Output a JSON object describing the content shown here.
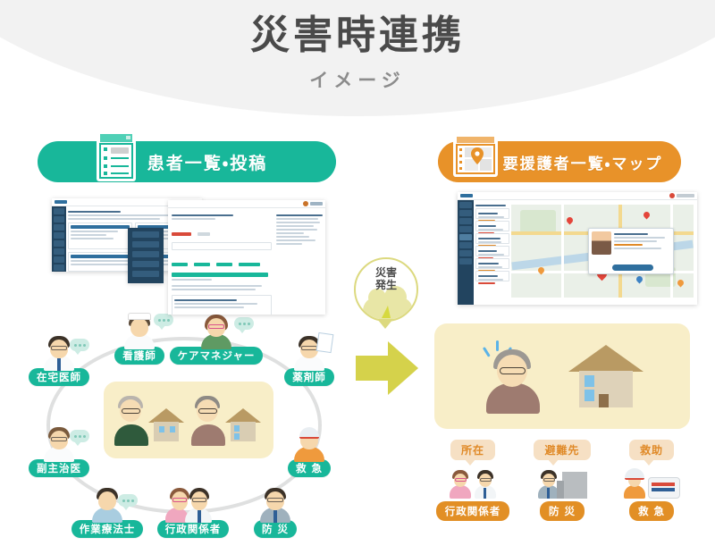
{
  "header": {
    "title": "災害時連携",
    "subtitle": "イメージ",
    "background_color": "#f2f2f2",
    "title_color": "#4a4a4a"
  },
  "sections": {
    "left": {
      "banner_label": "患者一覧・投稿",
      "banner_color": "#18b79a",
      "icon": "document-list-icon"
    },
    "right": {
      "banner_label": "要援護者一覧・マップ",
      "banner_color": "#e89229",
      "icon": "map-pin-window-icon"
    }
  },
  "disaster_badge": {
    "label_line1": "災害",
    "label_line2": "発生",
    "icon": "storm-cloud-lightning-icon",
    "ring_color": "#dcd97f",
    "cloud_color": "#e8e6a6",
    "bolt_color": "#d6d93f"
  },
  "arrow": {
    "name": "transition-arrow",
    "color": "#d5d24b",
    "direction": "right"
  },
  "care_circle": {
    "center_patients": [
      {
        "label": "patient-elder-man",
        "icon": "elderly-man-with-house"
      },
      {
        "label": "patient-elder-woman",
        "icon": "elderly-woman-with-house"
      }
    ],
    "roles": [
      {
        "id": "nurse",
        "label": "看護師",
        "icon": "nurse-avatar",
        "bubble": true
      },
      {
        "id": "care-manager",
        "label": "ケアマネジャー",
        "icon": "care-manager-avatar",
        "bubble": true
      },
      {
        "id": "pharmacist",
        "label": "薬剤師",
        "icon": "pharmacist-avatar",
        "bubble": false
      },
      {
        "id": "emergency",
        "label": "救 急",
        "icon": "emergency-worker-avatar",
        "bubble": false
      },
      {
        "id": "disaster-prevention",
        "label": "防 災",
        "icon": "disaster-officer-avatar",
        "bubble": false
      },
      {
        "id": "government",
        "label": "行政関係者",
        "icon": "government-officials-avatar",
        "bubble": false
      },
      {
        "id": "occupational-therapist",
        "label": "作業療法士",
        "icon": "therapist-avatar",
        "bubble": true
      },
      {
        "id": "deputy-doctor",
        "label": "副主治医",
        "icon": "deputy-doctor-avatar",
        "bubble": true
      },
      {
        "id": "home-doctor",
        "label": "在宅医師",
        "icon": "home-doctor-avatar",
        "bubble": true
      }
    ],
    "chip_color": "#18b79a",
    "center_card_color": "#f8eec8",
    "ring_color": "#dfe0e0"
  },
  "victim_panel": {
    "icon": "distressed-elderly-woman-with-house",
    "background_color": "#f8eec8"
  },
  "responders": [
    {
      "bubble": "所在",
      "label": "行政関係者",
      "icon": "government-officials-avatar"
    },
    {
      "bubble": "避難先",
      "label": "防 災",
      "icon": "shelter-building-icon"
    },
    {
      "bubble": "救助",
      "label": "救 急",
      "icon": "ambulance-icon"
    }
  ],
  "responder_colors": {
    "bubble_bg": "#f6e0c4",
    "bubble_text": "#e08a28",
    "chip_bg": "#e28f25"
  },
  "mockups": {
    "patient_list": {
      "name": "patient-list-screenshot"
    },
    "patient_sidebar": {
      "name": "patient-list-sidebar-screenshot"
    },
    "post_timeline": {
      "name": "post-timeline-screenshot"
    },
    "map_app": {
      "name": "vulnerable-persons-map-screenshot"
    }
  }
}
